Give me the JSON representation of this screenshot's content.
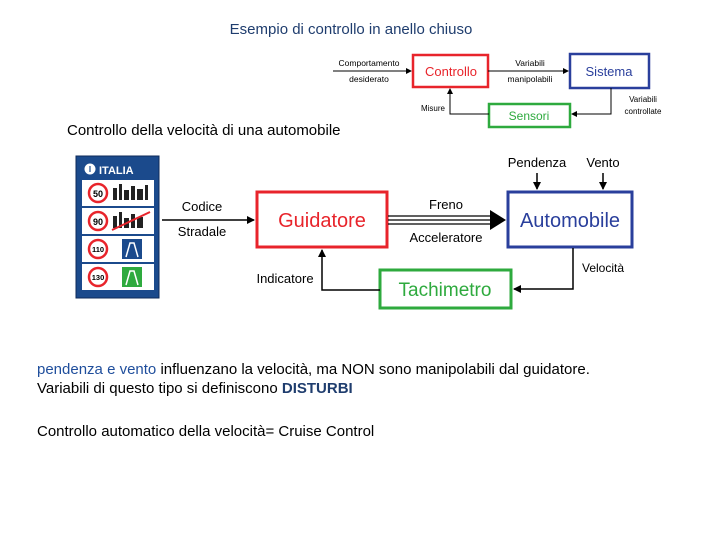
{
  "title": "Esempio di controllo in anello chiuso",
  "subtitle": "Controllo della velocità di una automobile",
  "small_diagram": {
    "in_label_1": "Comportamento",
    "in_label_2": "desiderato",
    "controllo": "Controllo",
    "var_label_1": "Variabili",
    "var_label_2": "manipolabili",
    "sistema": "Sistema",
    "misure": "Misure",
    "sensori": "Sensori",
    "out_label_1": "Variabili",
    "out_label_2": "controllate"
  },
  "sign": {
    "header": "ITALIA",
    "speeds": [
      "50",
      "90",
      "110",
      "130"
    ]
  },
  "main_diagram": {
    "codice": "Codice",
    "stradale": "Stradale",
    "guidatore": "Guidatore",
    "freno": "Freno",
    "acceleratore": "Acceleratore",
    "automobile": "Automobile",
    "pendenza": "Pendenza",
    "vento": "Vento",
    "indicatore": "Indicatore",
    "tachimetro": "Tachimetro",
    "velocita": "Velocità"
  },
  "text": {
    "p1_highlight": "pendenza e vento",
    "p1_rest": " influenzano la velocità, ma NON sono manipolabili dal guidatore.",
    "p2_start": "Variabili di questo tipo si definiscono ",
    "p2_bold": "DISTURBI",
    "p3": "Controllo automatico della velocità= Cruise Control"
  },
  "colors": {
    "red": "#e8242b",
    "blue": "#2a3f9c",
    "green": "#2eaa3e",
    "title": "#1f3d6e",
    "sign_bg": "#1b4a8c"
  }
}
